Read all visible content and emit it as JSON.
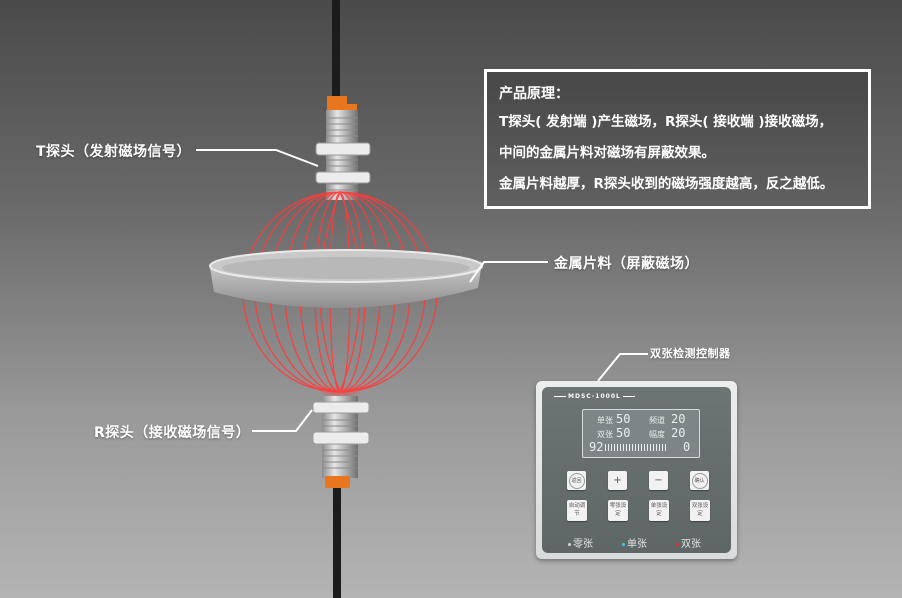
{
  "labels": {
    "t_probe": "T探头（发射磁场信号）",
    "metal_sheet": "金属片料（屏蔽磁场）",
    "r_probe": "R探头（接收磁场信号）",
    "controller": "双张检测控制器"
  },
  "info_box": {
    "title": "产品原理：",
    "lines": [
      "T探头( 发射端 )产生磁场，R探头( 接收端 )接收磁场，",
      "中间的金属片料对磁场有屏蔽效果。",
      "金属片料越厚，R探头收到的磁场强度越高，反之越低。"
    ]
  },
  "controller": {
    "model": "MDSC-1000L",
    "lcd": {
      "single_label": "单张",
      "single_value": "50",
      "double_label": "双张",
      "double_value": "50",
      "freq_label": "频道",
      "freq_value": "20",
      "amp_label": "幅度",
      "amp_value": "20",
      "signal_value": "92",
      "right_value": "0"
    },
    "keys": {
      "back": "返回",
      "plus": "+",
      "minus": "−",
      "confirm": "确认",
      "auto_adjust": "自动调节",
      "zero_set": "零张设定",
      "single_set": "单张设定",
      "double_set": "双张设定"
    },
    "indicators": [
      {
        "label": "零张",
        "color": "#cfd6d6"
      },
      {
        "label": "单张",
        "color": "#4fc3e8"
      },
      {
        "label": "双张",
        "color": "#e03030"
      }
    ]
  },
  "colors": {
    "field_lines": "#ff3b3b",
    "probe_cap": "#e8761e",
    "cable": "#1c1c1c"
  }
}
